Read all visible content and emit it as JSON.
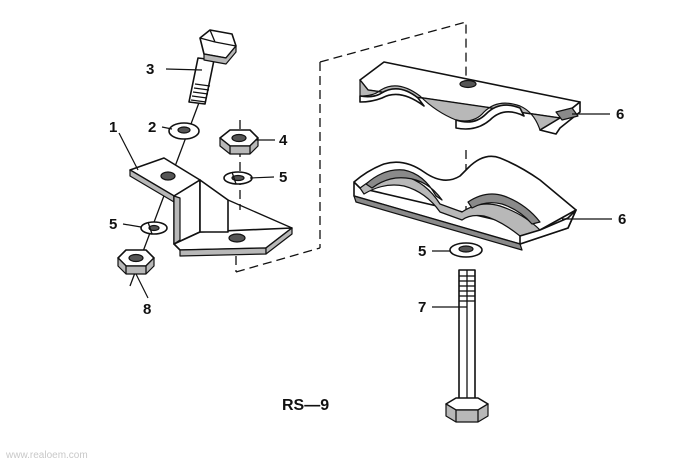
{
  "callouts": {
    "c1": "1",
    "c2": "2",
    "c3": "3",
    "c4": "4",
    "c5a": "5",
    "c5b": "5",
    "c5c": "5",
    "c6a": "6",
    "c6b": "6",
    "c7": "7",
    "c8": "8"
  },
  "diagram_code": "RS—9",
  "watermark": "www.realoem.com",
  "icons": [
    "hex-bolt",
    "washer",
    "hex-nut",
    "spring-washer",
    "angle-bracket",
    "clamp-upper-half",
    "clamp-lower-half",
    "long-bolt"
  ]
}
